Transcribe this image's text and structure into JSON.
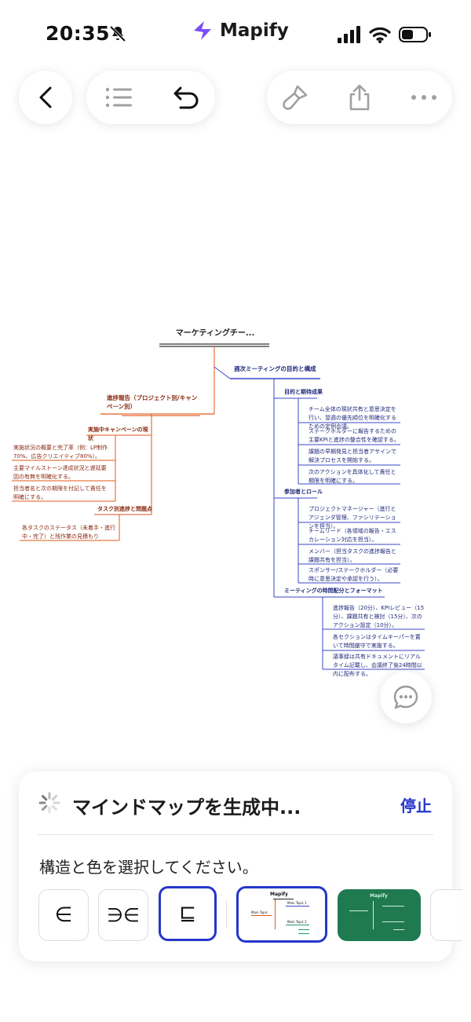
{
  "status_bar": {
    "time": "20:35"
  },
  "app": {
    "name": "Mapify"
  },
  "toolbar": {
    "back": "back",
    "outline": "outline",
    "undo": "undo",
    "style": "style",
    "share": "share",
    "more": "more"
  },
  "mindmap": {
    "root": "マーケティングチー...",
    "branch_right": "週次ミーティングの目的と構成",
    "branch_left": "進捗報告（プロジェクト別/キャンペーン別）",
    "right_subs": [
      {
        "title": "目的と期待成果",
        "items": [
          "チーム全体の現状共有と意思決定を行い、翌週の優先順位を明確化するための定例会議。",
          "ステークホルダーに報告するための主要KPIと進捗の整合性を確認する。",
          "課題の早期発見と担当者アサインで解決プロセスを開始する。",
          "次のアクションを具体化して責任と期限を明確にする。"
        ]
      },
      {
        "title": "参加者とロール",
        "items": [
          "プロジェクトマネージャー（進行とアジェンダ管理、ファシリテーションを担当）。",
          "チームリード（各領域の報告・エスカレーション対応を担当）。",
          "メンバー（担当タスクの進捗報告と課題共有を担当）。",
          "スポンサー/ステークホルダー（必要時に意思決定や承認を行う）。"
        ]
      },
      {
        "title": "ミーティングの時間配分とフォーマット",
        "items": [
          "進捗報告（20分）、KPIレビュー（15分）、課題共有と検討（15分）、次のアクション設定（10分）。",
          "各セクションはタイムキーパーを置いて時間厳守で実施する。",
          "議事録は共有ドキュメントにリアルタイム記載し、会議終了後24時間以内に配布する。"
        ]
      }
    ],
    "left_subs": [
      {
        "title": "実施中キャンペーンの現状",
        "items": [
          "実施状況の概要と完了率（例：LP制作70%、広告クリエイティブ80%）。",
          "主要マイルストーン達成状況と遅延要因の有無を明確化する。",
          "担当者名と次の期限を付記して責任を明確にする。"
        ]
      },
      {
        "title": "タスク別進捗と問題点",
        "items": [
          "各タスクのステータス（未着手・進行中・完了）と残作業の見積もり"
        ]
      }
    ]
  },
  "panel": {
    "generating": "マインドマップを生成中...",
    "stop": "停止",
    "instruction": "構造と色を選択してください。",
    "structure_options": [
      "∈",
      "∋∈",
      "⊑"
    ],
    "preview": {
      "title": "Mapify",
      "main": "Main Topic",
      "topic1": "Main Topic 1",
      "topic2": "Main Topic 2"
    }
  },
  "colors": {
    "accent": "#2536c9",
    "green": "#1f7a4f",
    "orange": "#e05a1a",
    "blue_line": "#3a47c9"
  }
}
